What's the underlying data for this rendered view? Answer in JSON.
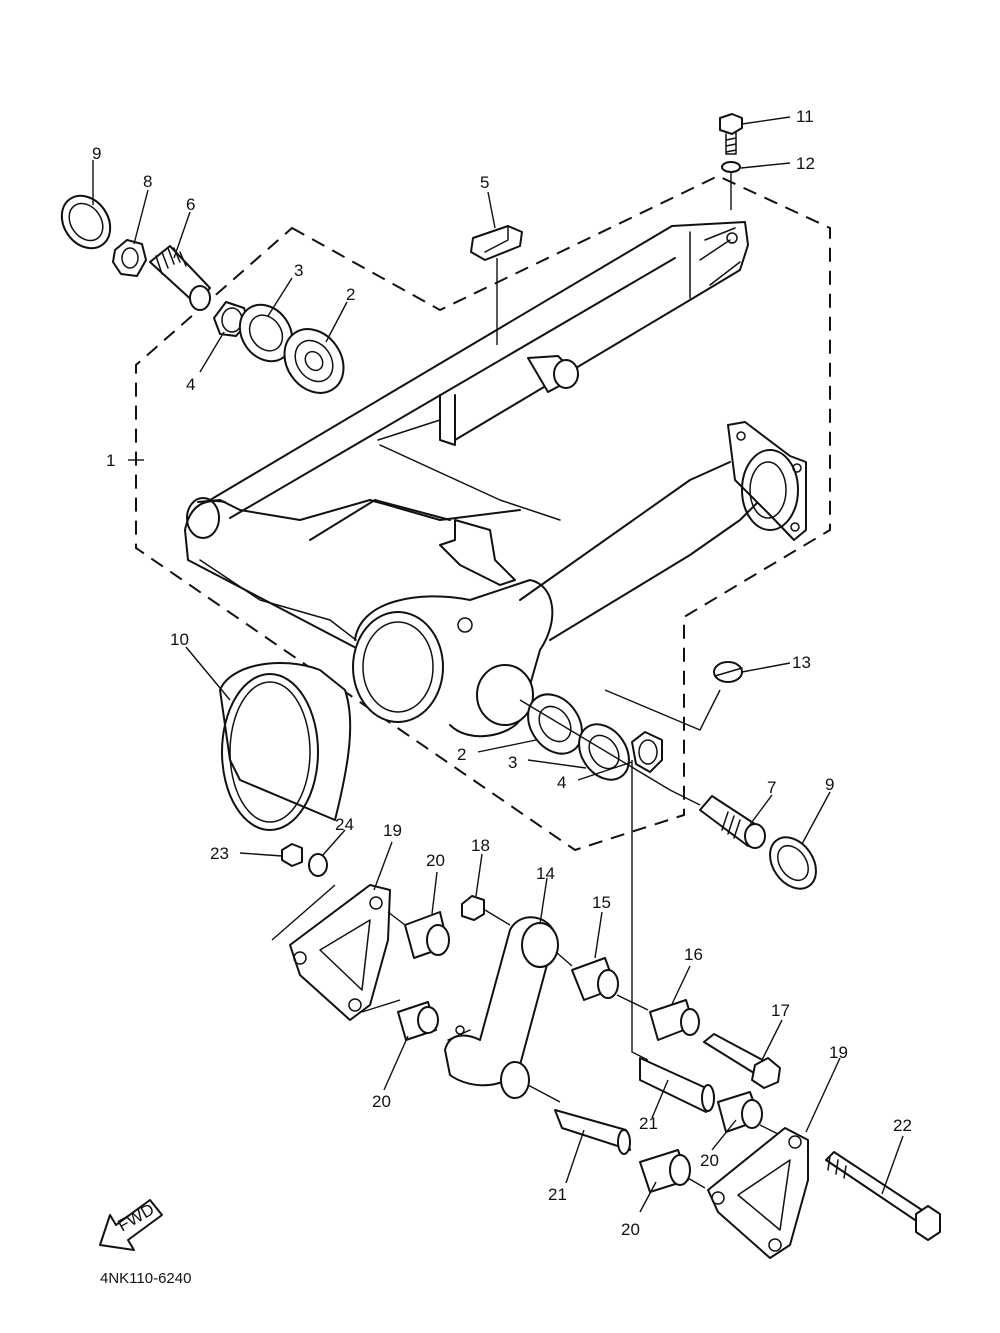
{
  "diagram": {
    "code": "4NK110-6240",
    "fwd_label": "FWD",
    "labels": {
      "l1": "1",
      "l2a": "2",
      "l2b": "2",
      "l3a": "3",
      "l3b": "3",
      "l4a": "4",
      "l4b": "4",
      "l5": "5",
      "l6": "6",
      "l7": "7",
      "l8": "8",
      "l9a": "9",
      "l9b": "9",
      "l10": "10",
      "l11": "11",
      "l12": "12",
      "l13": "13",
      "l14": "14",
      "l15": "15",
      "l16": "16",
      "l17": "17",
      "l18": "18",
      "l19a": "19",
      "l19b": "19",
      "l20a": "20",
      "l20b": "20",
      "l20c": "20",
      "l20d": "20",
      "l21a": "21",
      "l21b": "21",
      "l22": "22",
      "l23": "23",
      "l24": "24"
    }
  }
}
